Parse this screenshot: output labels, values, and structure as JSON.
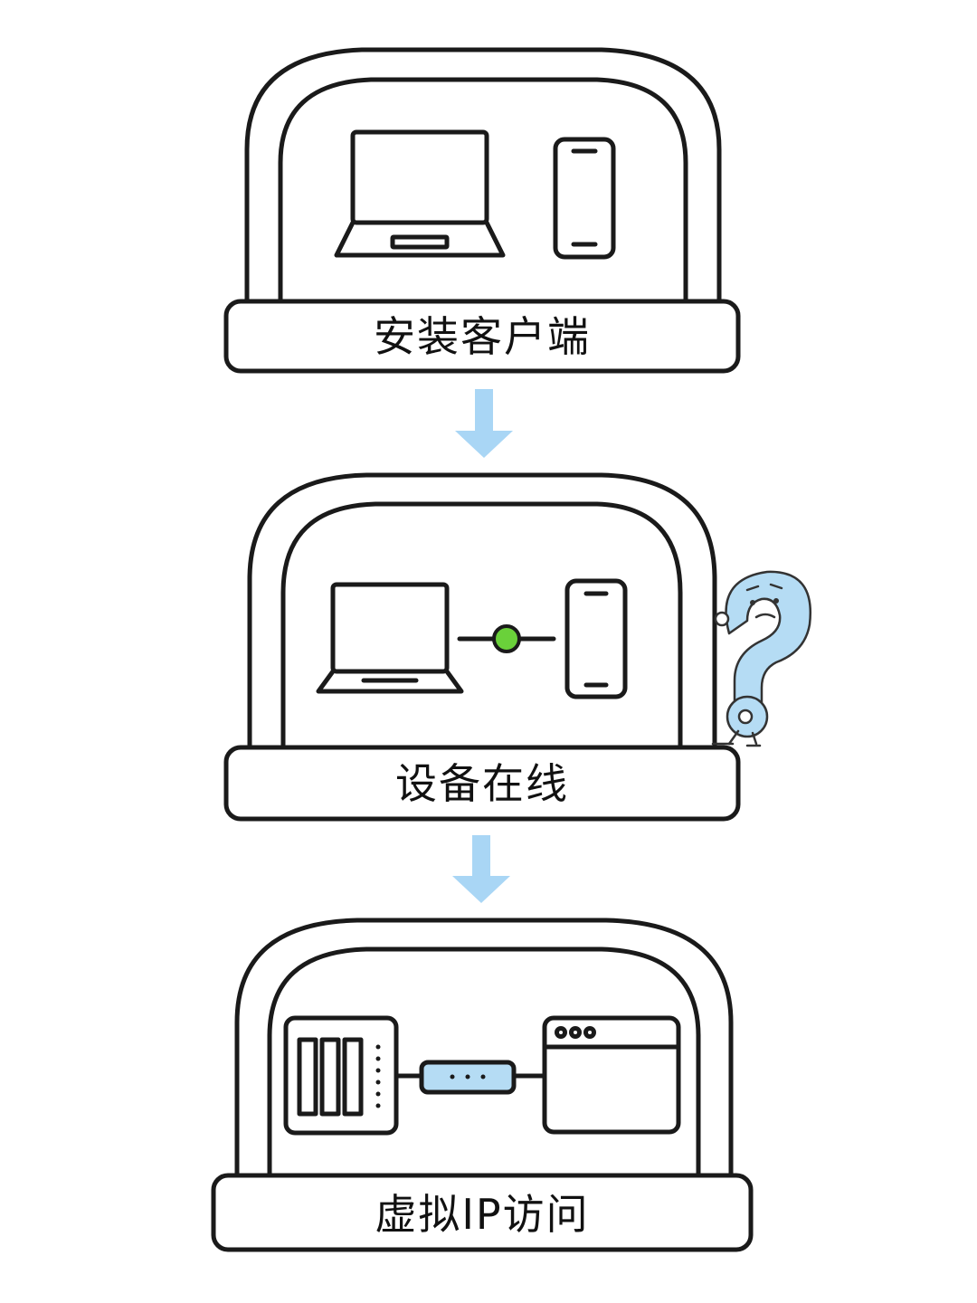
{
  "steps": [
    {
      "label": "安装客户端",
      "illustration": "laptop-and-phone"
    },
    {
      "label": "设备在线",
      "illustration": "laptop-phone-connected",
      "status_color": "#6ad13a"
    },
    {
      "label": "虚拟IP访问",
      "illustration": "nas-to-browser-window"
    }
  ],
  "arrows": {
    "color": "#a9d6f5",
    "direction": "down"
  },
  "mascot": {
    "icon": "question-mark-mascot-icon",
    "color": "#b5dcf4"
  },
  "colors": {
    "outline": "#1a1a1a",
    "accent_blue": "#b5dcf4",
    "online_green": "#6ad13a"
  }
}
